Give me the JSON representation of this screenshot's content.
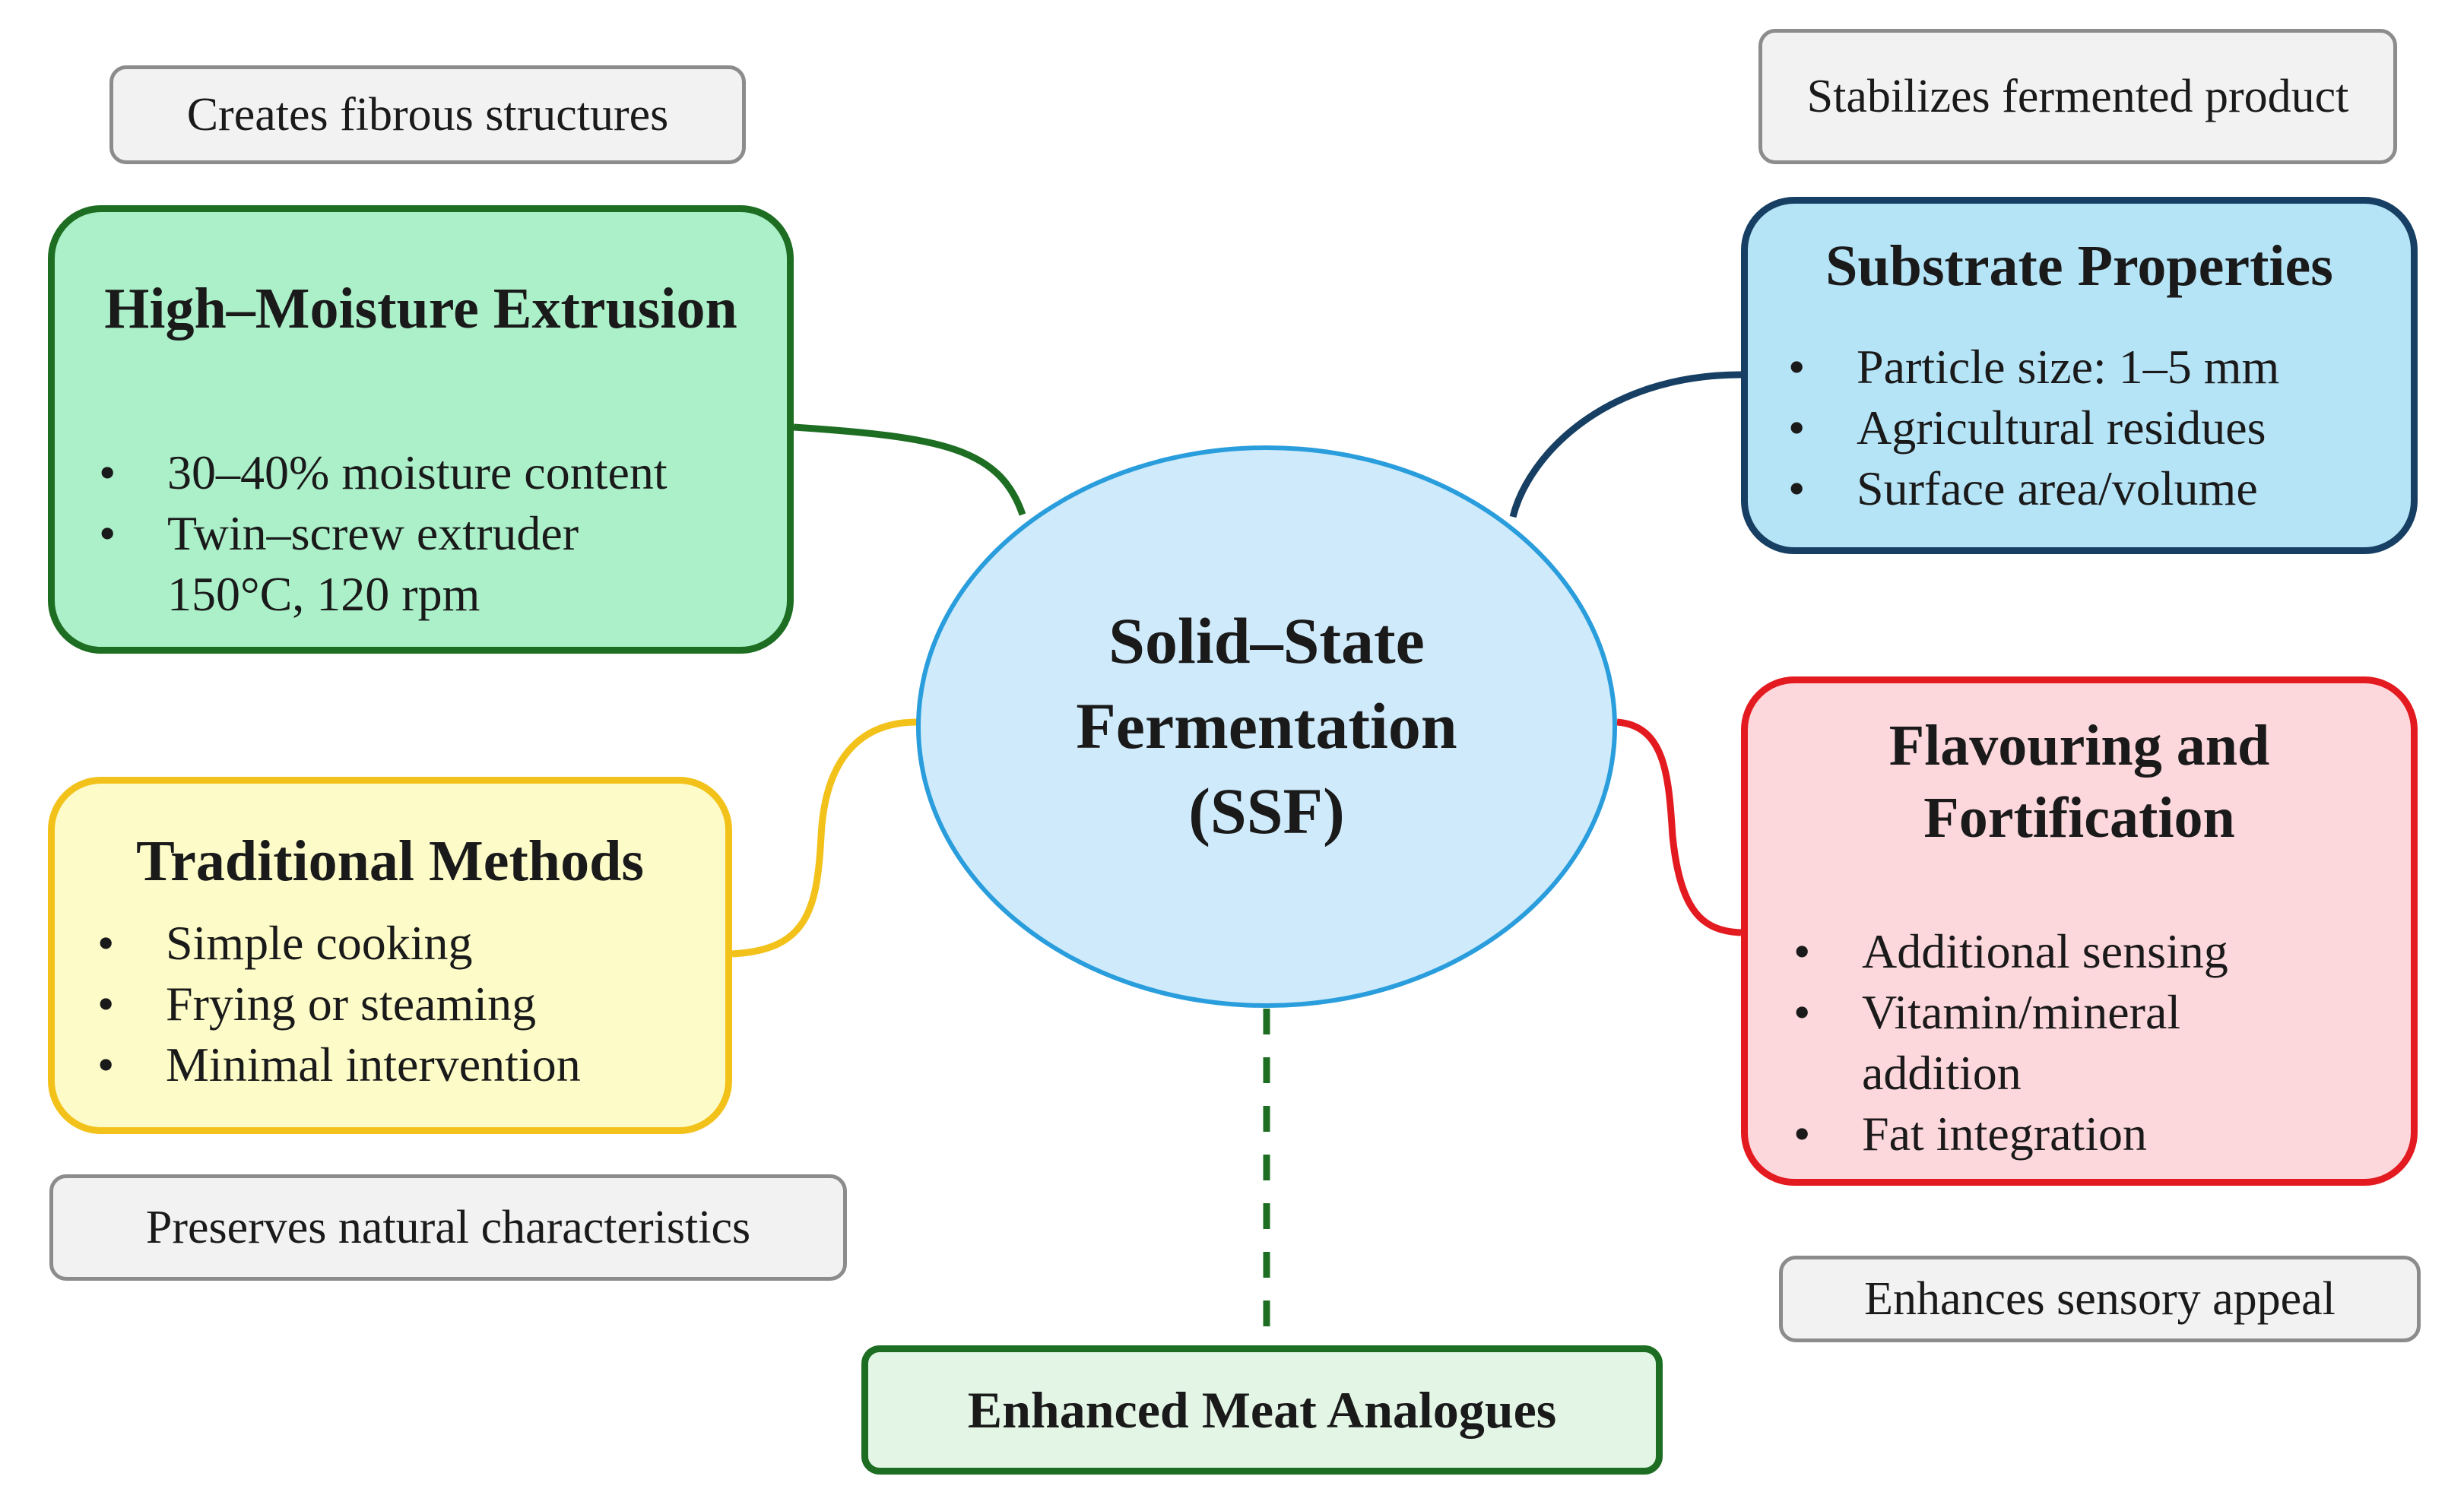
{
  "center": {
    "line1": "Solid–State",
    "line2": "Fermentation",
    "line3": "(SSF)"
  },
  "boxes": {
    "high_moisture": {
      "title": "High–Moisture Extrusion",
      "items": [
        "30–40% moisture content",
        "Twin–screw extruder 150°C, 120 rpm"
      ],
      "border_color": "#1d6e22",
      "fill_color": "#abf0c9"
    },
    "substrate": {
      "title": "Substrate Properties",
      "items": [
        "Particle size: 1–5 mm",
        "Agricultural residues",
        "Surface area/volume"
      ],
      "border_color": "#163f63",
      "fill_color": "#b6e4f7"
    },
    "traditional": {
      "title": "Traditional Methods",
      "items": [
        "Simple cooking",
        "Frying or steaming",
        "Minimal intervention"
      ],
      "border_color": "#f2c21b",
      "fill_color": "#fdfcc8"
    },
    "flavouring": {
      "title": "Flavouring and Fortification",
      "items": [
        "Additional sensing",
        "Vitamin/mineral addition",
        "Fat integration"
      ],
      "border_color": "#e31b20",
      "fill_color": "#fcd7dc"
    }
  },
  "result": {
    "label": "Enhanced Meat Analogues",
    "border_color": "#1d6e22"
  },
  "notes": {
    "fibrous": "Creates fibrous structures",
    "stabilizes": "Stabilizes fermented product",
    "natural": "Preserves natural characteristics",
    "sensory": "Enhances sensory appeal"
  }
}
